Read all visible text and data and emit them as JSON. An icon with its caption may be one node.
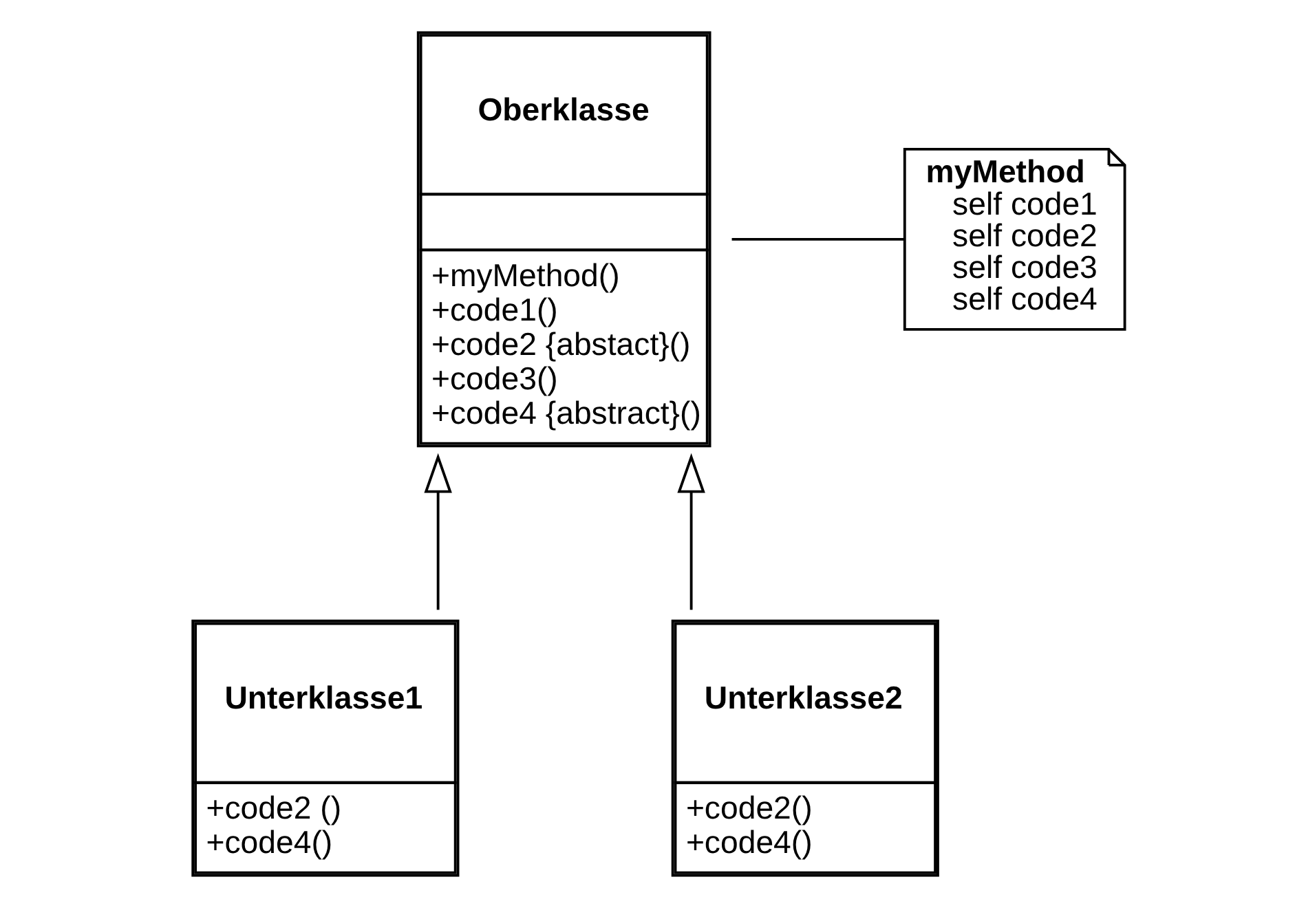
{
  "diagram": {
    "nodes": [
      {
        "text": [
          "Oberklasse",
          "+myMethod()",
          "+code1()",
          "+code2 {abstact}()",
          "+code3()",
          "+code4 {abstract}()"
        ]
      },
      {
        "text": [
          "myMethod",
          "self code1",
          "self code2",
          "self code3",
          "self code4"
        ]
      },
      {
        "text": [
          "Unterklasse1",
          "+code2 ()",
          "+code4()"
        ]
      },
      {
        "text": [
          "Unterklasse2",
          "+code2()",
          "+code4()"
        ]
      }
    ],
    "edges": [
      {
        "from": 0,
        "to": 1,
        "arrow": "none"
      },
      {
        "from": 2,
        "to": 0,
        "arrow": "to"
      },
      {
        "from": 3,
        "to": 0,
        "arrow": "to"
      }
    ]
  }
}
